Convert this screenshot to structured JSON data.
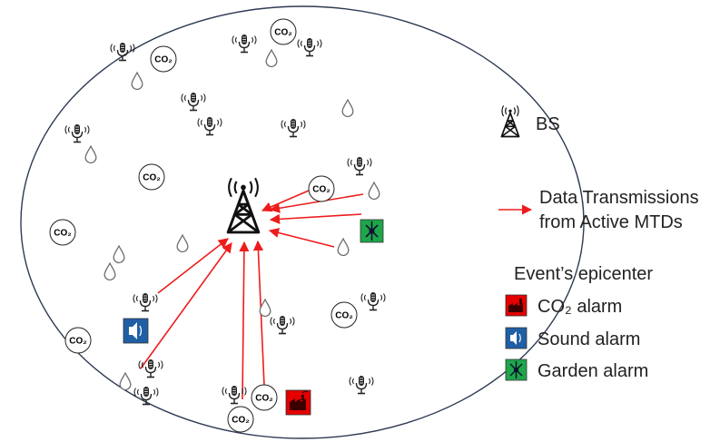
{
  "legend": {
    "bs_label": "BS",
    "transmissions_label_line1": "Data Transmissions",
    "transmissions_label_line2": "from Active MTDs",
    "epicenter_title": "Event’s epicenter",
    "co2_alarm_label": "CO₂ alarm",
    "sound_alarm_label": "Sound alarm",
    "garden_alarm_label": "Garden alarm"
  },
  "co2_sensor_text": "CO₂",
  "colors": {
    "arrow": "#ee1c1c",
    "co2_alarm": "#e60000",
    "sound_alarm": "#1f5fa6",
    "garden_alarm": "#1ea64a",
    "cell_border": "#2e3a54"
  },
  "icons": {
    "base_station": "cell-tower-icon",
    "microphone": "microphone-icon",
    "co2_sensor": "co2-sensor-icon",
    "droplet": "droplet-icon",
    "co2_alarm": "factory-icon",
    "sound_alarm": "speaker-icon",
    "garden_alarm": "garden-icon"
  }
}
